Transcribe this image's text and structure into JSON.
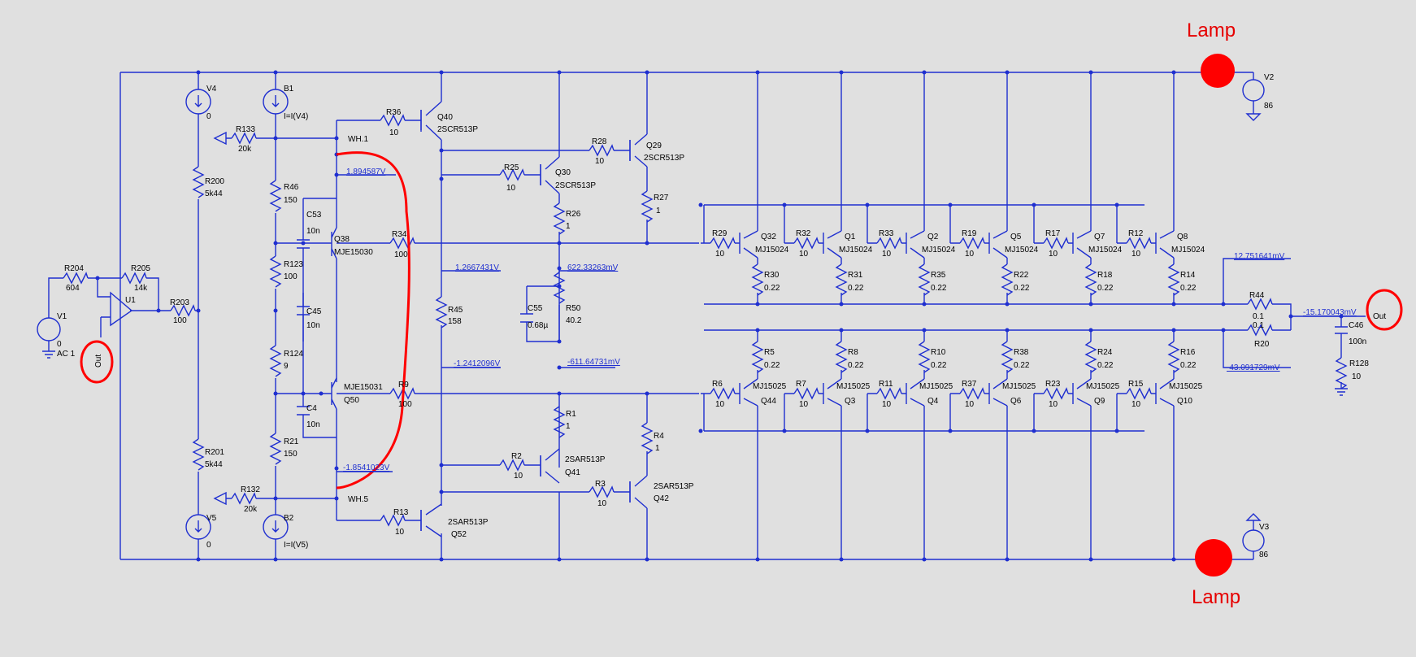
{
  "annotations": {
    "lamp_top": "Lamp",
    "lamp_bottom": "Lamp"
  },
  "colors": {
    "wire": "#1f2fd0",
    "annotation": "#e60000",
    "background": "#e0e0e0"
  },
  "labels": {
    "v4": "V4",
    "v4_val": "0",
    "b1": "B1",
    "b1_val": "I=I(V4)",
    "r133": "R133",
    "r133_val": "20k",
    "wh1": "WH.1",
    "r36": "R36",
    "r36_val": "10",
    "q40": "Q40",
    "q40_model": "2SCR513P",
    "r28": "R28",
    "r28_val": "10",
    "q29": "Q29",
    "q29_model": "2SCR513P",
    "r25": "R25",
    "r25_val": "10",
    "q30": "Q30",
    "q30_model": "2SCR513P",
    "r27": "R27",
    "r27_val": "1",
    "r26": "R26",
    "r26_val": "1",
    "r200": "R200",
    "r200_val": "5k44",
    "r46": "R46",
    "r46_val": "150",
    "c53": "C53",
    "c53_val": "10n",
    "q38": "Q38",
    "q38_model": "MJE15030",
    "r34": "R34",
    "r34_val": "100",
    "r123": "R123",
    "r123_val": "100",
    "r204": "R204",
    "r204_val": "604",
    "r205": "R205",
    "r205_val": "14k",
    "u1": "U1",
    "r203": "R203",
    "r203_val": "100",
    "v1": "V1",
    "v1_val": "0",
    "v1_ac": "AC 1",
    "c45": "C45",
    "c45_val": "10n",
    "r45": "R45",
    "r45_val": "158",
    "c55": "C55",
    "c55_val": "0.68µ",
    "r50": "R50",
    "r50_val": "40.2",
    "r124": "R124",
    "r124_val": "9",
    "q50_model": "MJE15031",
    "q50": "Q50",
    "r9": "R9",
    "r9_val": "100",
    "c4": "C4",
    "c4_val": "10n",
    "r1": "R1",
    "r1_val": "1",
    "r4": "R4",
    "r4_val": "1",
    "r21": "R21",
    "r21_val": "150",
    "r201": "R201",
    "r201_val": "5k44",
    "r2": "R2",
    "r2_val": "10",
    "q41": "Q41",
    "q41_model": "2SAR513P",
    "r3": "R3",
    "r3_val": "10",
    "q42": "Q42",
    "q42_model": "2SAR513P",
    "r132": "R132",
    "r132_val": "20k",
    "wh5": "WH.5",
    "r13": "R13",
    "r13_val": "10",
    "q52": "Q52",
    "q52_model": "2SAR513P",
    "v5": "V5",
    "v5_val": "0",
    "b2": "B2",
    "b2_val": "I=I(V5)",
    "v2": "V2",
    "v2_val": "86",
    "v3": "V3",
    "v3_val": "86",
    "r44": "R44",
    "r44_val": "0.1",
    "r20": "R20",
    "r20_val": "0.1",
    "c46": "C46",
    "c46_val": "100n",
    "r128": "R128",
    "r128_val": "10",
    "out_label": "Out",
    "out_label2": "Out"
  },
  "npn_stages": [
    {
      "rb": "R29",
      "rbv": "10",
      "q": "Q32",
      "m": "MJ15024",
      "re": "R30",
      "rev": "0.22"
    },
    {
      "rb": "R32",
      "rbv": "10",
      "q": "Q1",
      "m": "MJ15024",
      "re": "R31",
      "rev": "0.22"
    },
    {
      "rb": "R33",
      "rbv": "10",
      "q": "Q2",
      "m": "MJ15024",
      "re": "R35",
      "rev": "0.22"
    },
    {
      "rb": "R19",
      "rbv": "10",
      "q": "Q5",
      "m": "MJ15024",
      "re": "R22",
      "rev": "0.22"
    },
    {
      "rb": "R17",
      "rbv": "10",
      "q": "Q7",
      "m": "MJ15024",
      "re": "R18",
      "rev": "0.22"
    },
    {
      "rb": "R12",
      "rbv": "10",
      "q": "Q8",
      "m": "MJ15024",
      "re": "R14",
      "rev": "0.22"
    }
  ],
  "pnp_stages": [
    {
      "rb": "R6",
      "rbv": "10",
      "q": "Q44",
      "m": "MJ15025",
      "re": "R5",
      "rev": "0.22"
    },
    {
      "rb": "R7",
      "rbv": "10",
      "q": "Q3",
      "m": "MJ15025",
      "re": "R8",
      "rev": "0.22"
    },
    {
      "rb": "R11",
      "rbv": "10",
      "q": "Q4",
      "m": "MJ15025",
      "re": "R10",
      "rev": "0.22"
    },
    {
      "rb": "R37",
      "rbv": "10",
      "q": "Q6",
      "m": "MJ15025",
      "re": "R38",
      "rev": "0.22"
    },
    {
      "rb": "R23",
      "rbv": "10",
      "q": "Q9",
      "m": "MJ15025",
      "re": "R24",
      "rev": "0.22"
    },
    {
      "rb": "R15",
      "rbv": "10",
      "q": "Q10",
      "m": "MJ15025",
      "re": "R16",
      "rev": "0.22"
    }
  ],
  "voltages": {
    "v1": "1.894587V",
    "v2": "-1.8541023V",
    "v3": "1.2667431V",
    "v4": "-1.2412096V",
    "v5": "622.33263mV",
    "v6": "-611.64731mV",
    "v7": "12.751641mV",
    "v8": "-15.170043mV",
    "v9": "-43.091729mV"
  }
}
